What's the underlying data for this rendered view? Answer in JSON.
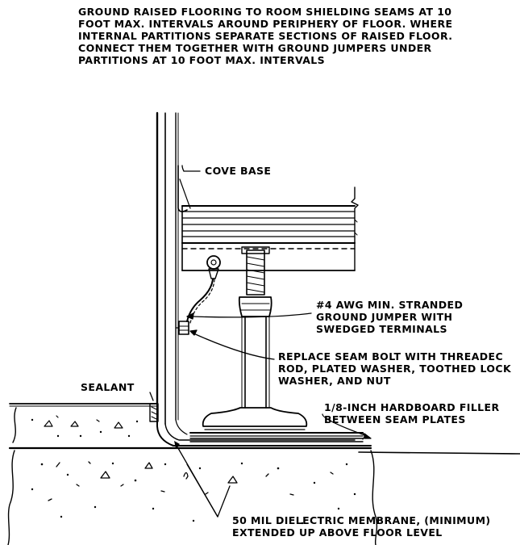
{
  "notes": {
    "header_lines": [
      "GROUND RAISED FLOORING TO ROOM SHIELDING SEAMS AT 10",
      "FOOT MAX. INTERVALS AROUND PERIPHERY OF FLOOR.  WHERE",
      "INTERNAL PARTITIONS SEPARATE SECTIONS OF RAISED FLOOR.",
      "CONNECT THEM TOGETHER WITH GROUND JUMPERS UNDER",
      "PARTITIONS AT 10 FOOT MAX. INTERVALS"
    ]
  },
  "callouts": {
    "cove_base": "COVE BASE",
    "sealant": "SEALANT",
    "jumper": [
      "#4 AWG MIN. STRANDED",
      "GROUND JUMPER WITH",
      "SWEDGED TERMINALS"
    ],
    "seam_bolt": [
      "REPLACE SEAM BOLT WITH THREADEC",
      "ROD, PLATED WASHER, TOOTHED LOCK",
      "WASHER, AND NUT"
    ],
    "hardboard": [
      "1/8-INCH HARDBOARD FILLER",
      "BETWEEN SEAM PLATES"
    ],
    "membrane": [
      "50 MIL DIELECTRIC MEMBRANE, (MINIMUM)",
      "EXTENDED UP ABOVE FLOOR LEVEL"
    ]
  }
}
